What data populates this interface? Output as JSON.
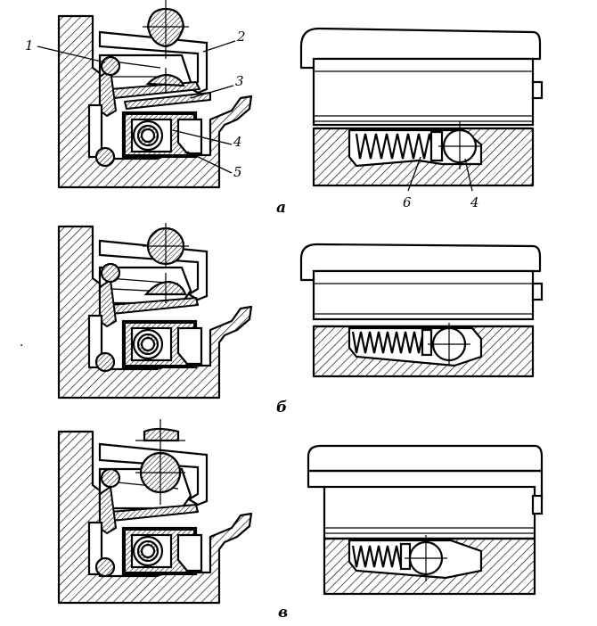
{
  "labels": {
    "l1": "1",
    "l2": "2",
    "l3": "3",
    "l4": "4",
    "l5": "5",
    "l6": "6",
    "l4b": "4"
  },
  "captions": {
    "a": "а",
    "b": "б",
    "v": "в"
  }
}
